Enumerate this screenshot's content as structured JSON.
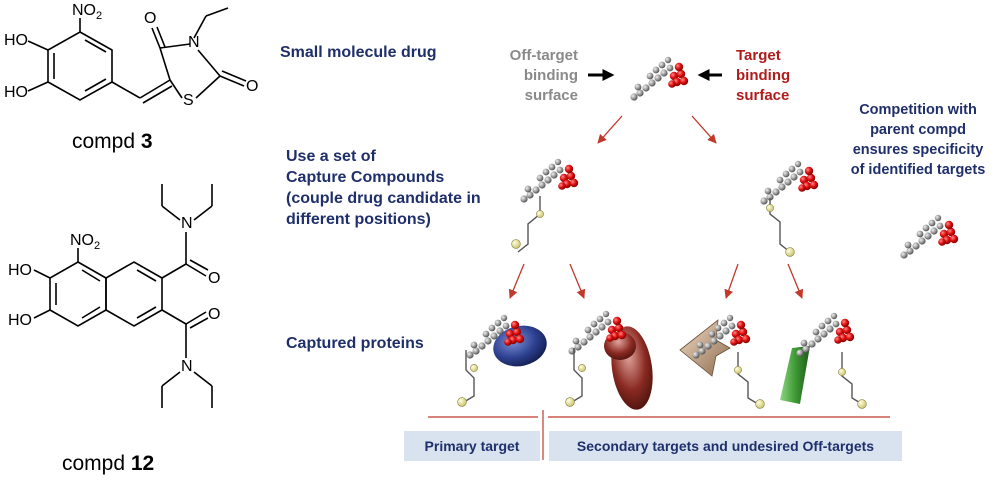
{
  "left_structures": {
    "compd3": {
      "caption_prefix": "compd ",
      "caption_number": "3",
      "labels": {
        "nitro": "NO",
        "nitro_sub": "2",
        "ho_top": "HO",
        "ho_bottom": "HO",
        "o_top": "O",
        "n": "N",
        "s": "S",
        "o_right": "O"
      }
    },
    "compd12": {
      "caption_prefix": "compd ",
      "caption_number": "12",
      "labels": {
        "nitro": "NO",
        "nitro_sub": "2",
        "ho_top": "HO",
        "ho_bottom": "HO",
        "n_top": "N",
        "o_top": "O",
        "o_bottom": "O",
        "n_bottom": "N"
      }
    }
  },
  "diagram": {
    "small_molecule_drug": "Small molecule drug",
    "off_target_surface": [
      "Off-target",
      "binding",
      "surface"
    ],
    "target_surface": [
      "Target",
      "binding",
      "surface"
    ],
    "competition_note": [
      "Competition with",
      "parent compd",
      "ensures specificity",
      "of identified targets"
    ],
    "capture_compounds": [
      "Use a set of",
      "Capture Compounds",
      "(couple drug candidate in",
      "different positions)"
    ],
    "captured_proteins": "Captured proteins",
    "primary_target": "Primary target",
    "secondary_targets": "Secondary targets and undesired Off-targets"
  },
  "colors": {
    "navy_text": "#1f2f6b",
    "gray_text": "#8a8a8a",
    "red_text": "#b01c1c",
    "arrow_red": "#c0392b",
    "drug_red": "#e01010",
    "drug_gray": "#8c8c8c",
    "box_fill": "#d8e3ef",
    "protein_blue": "#2c3f8f",
    "protein_brown": "#8a2a22",
    "protein_tan": "#c9a27a",
    "protein_green": "#3f9a35"
  }
}
